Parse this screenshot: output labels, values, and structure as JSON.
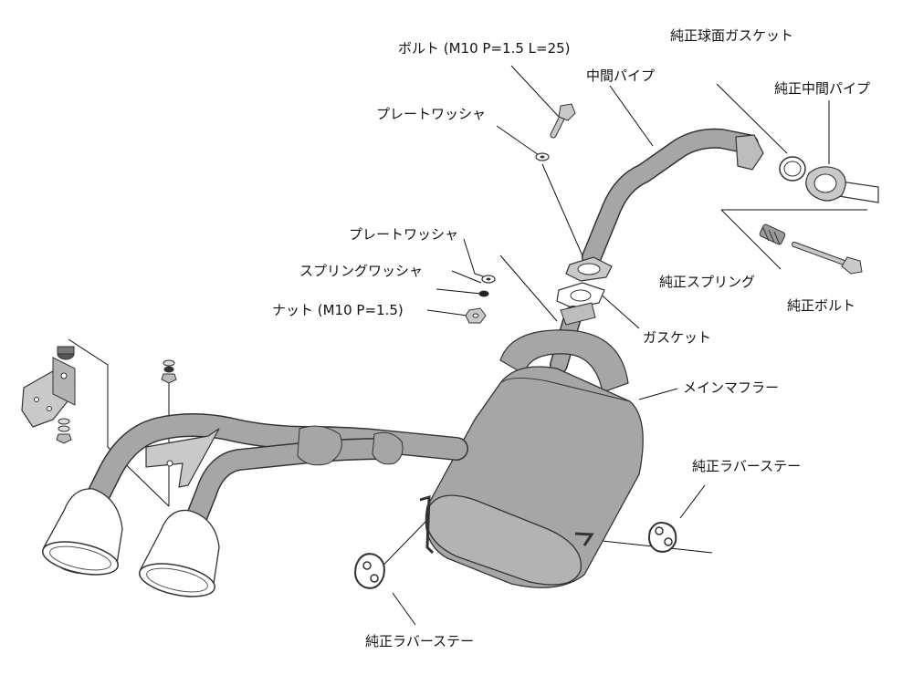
{
  "colors": {
    "part_fill": "#a6a6a6",
    "part_light": "#c9c9c9",
    "outline": "#333333",
    "background": "#ffffff"
  },
  "labels": {
    "bolt": "ボルト (M10 P=1.5 L=25)",
    "genuine_spherical_gasket": "純正球面ガスケット",
    "center_pipe": "中間パイプ",
    "genuine_center_pipe": "純正中間パイプ",
    "plate_washer_top": "プレートワッシャ",
    "plate_washer_mid": "プレートワッシャ",
    "spring_washer": "スプリングワッシャ",
    "nut": "ナット (M10 P=1.5)",
    "genuine_spring": "純正スプリング",
    "genuine_bolt": "純正ボルト",
    "gasket": "ガスケット",
    "main_muffler": "メインマフラー",
    "genuine_rubber_stay_right": "純正ラバーステー",
    "genuine_rubber_stay_bottom": "純正ラバーステー"
  }
}
